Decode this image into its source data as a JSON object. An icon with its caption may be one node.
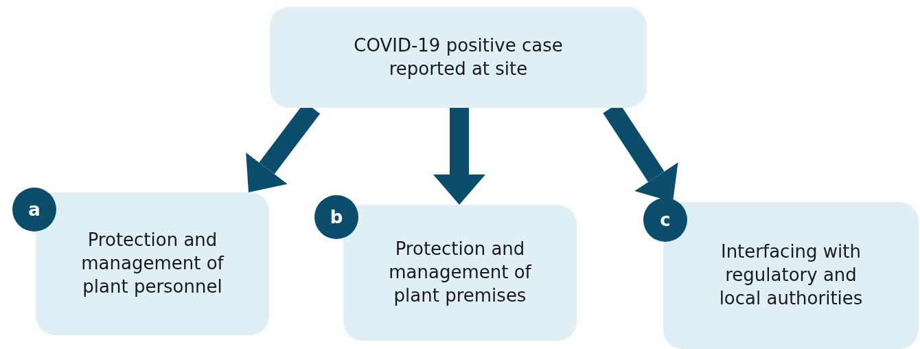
{
  "diagram": {
    "nodes": [
      {
        "text": [
          "COVID-19 positive case reported at site"
        ]
      },
      {
        "text": [
          "a"
        ]
      },
      {
        "text": [
          "Protection and management of plant personnel"
        ]
      },
      {
        "text": [
          "b"
        ]
      },
      {
        "text": [
          "Protection and management of plant premises"
        ]
      },
      {
        "text": [
          "c"
        ]
      },
      {
        "text": [
          "Interfacing with regulatory and local authorities"
        ]
      }
    ],
    "edges": [
      {
        "from": 0,
        "to": 2,
        "arrow": "to"
      },
      {
        "from": 0,
        "to": 4,
        "arrow": "to"
      },
      {
        "from": 0,
        "to": 6,
        "arrow": "to"
      }
    ]
  }
}
